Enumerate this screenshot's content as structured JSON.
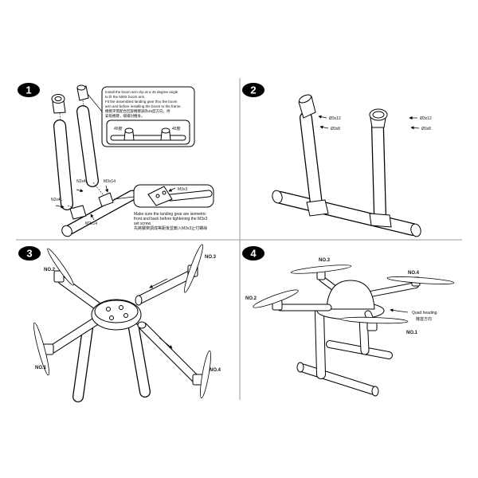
{
  "steps": [
    {
      "number": "1"
    },
    {
      "number": "2"
    },
    {
      "number": "3"
    },
    {
      "number": "4"
    }
  ],
  "step1": {
    "callout_top": {
      "lines": [
        "Install the boom arm clip at a 45 degree angle",
        "to fit the 500X boom arm.",
        "Fit the assembled landing gear thru the boom",
        "arm and before installing the boom to the frame.",
        "機臂夾需配合回旋機臂調為45度方向，待",
        "安裝機臂，緩緩封機身。"
      ],
      "angle_left": "45度",
      "angle_right": "45度"
    },
    "screw_lower_left": "N2x4L",
    "screw_upper": "N2x4L",
    "screw_m3x14": "M3x14",
    "screw_m2x14": "M2x14",
    "callout_bottom": {
      "label": "M3x3",
      "lines": [
        "Make sure the landing gear are isometric",
        "front and back before tightening the M3x3",
        "set screw.",
        "先將腳架調成等距後並鎖入M3x3止付螺絲"
      ]
    }
  },
  "step2": {
    "left_screw_long": "Ø3x12",
    "left_screw_short": "Ø3x8",
    "right_screw_long": "Ø3x12",
    "right_screw_short": "Ø3x8"
  },
  "step3": {
    "no2": "NO.2",
    "no3": "NO.3",
    "no1": "NO.1",
    "no4": "NO.4"
  },
  "step4": {
    "no3": "NO.3",
    "no4": "NO.4",
    "no2": "NO.2",
    "no1": "NO.1",
    "heading_en": "Quad heading.",
    "heading_zh": "機首方向"
  }
}
